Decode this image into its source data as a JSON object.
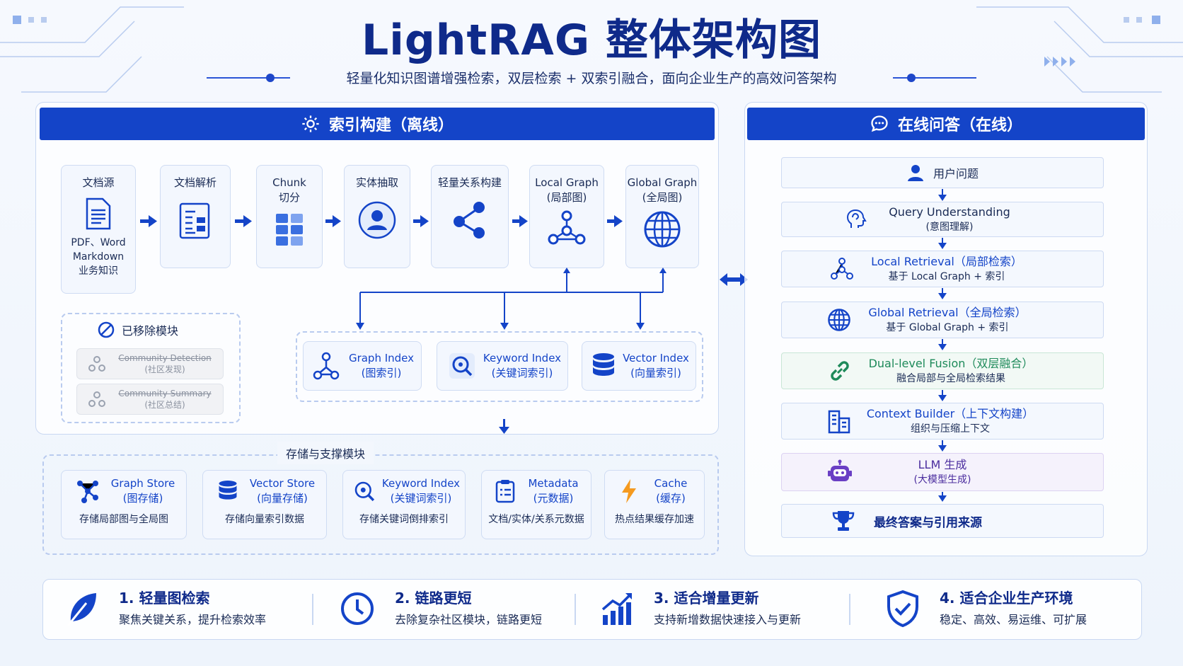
{
  "header": {
    "title": "LightRAG 整体架构图",
    "subtitle": "轻量化知识图谱增强检索，双层检索 + 双索引融合，面向企业生产的高效问答架构"
  },
  "offline": {
    "title": "索引构建（离线）",
    "steps": [
      {
        "title": "文档源",
        "sub": "PDF、Word\nMarkdown\n业务知识"
      },
      {
        "title": "文档解析",
        "sub": ""
      },
      {
        "title": "Chunk\n切分",
        "sub": ""
      },
      {
        "title": "实体抽取",
        "sub": ""
      },
      {
        "title": "轻量关系构建",
        "sub": ""
      },
      {
        "title": "Local Graph\n(局部图)",
        "sub": ""
      },
      {
        "title": "Global Graph\n(全局图)",
        "sub": ""
      }
    ],
    "removed": {
      "title": "已移除模块",
      "items": [
        {
          "title": "Community Detection",
          "sub": "(社区发现)"
        },
        {
          "title": "Community Summary",
          "sub": "(社区总结)"
        }
      ]
    },
    "indexes": [
      {
        "title": "Graph Index",
        "sub": "(图索引)"
      },
      {
        "title": "Keyword Index",
        "sub": "(关键词索引)"
      },
      {
        "title": "Vector Index",
        "sub": "(向量索引)"
      }
    ]
  },
  "storage": {
    "title": "存储与支撑模块",
    "items": [
      {
        "title": "Graph Store",
        "sub": "(图存储)",
        "desc": "存储局部图与全局图"
      },
      {
        "title": "Vector Store",
        "sub": "(向量存储)",
        "desc": "存储向量索引数据"
      },
      {
        "title": "Keyword Index",
        "sub": "(关键词索引)",
        "desc": "存储关键词倒排索引"
      },
      {
        "title": "Metadata",
        "sub": "(元数据)",
        "desc": "文档/实体/关系元数据"
      },
      {
        "title": "Cache",
        "sub": "(缓存)",
        "desc": "热点结果缓存加速"
      }
    ]
  },
  "online": {
    "title": "在线问答（在线）",
    "steps": [
      {
        "title": "用户问题",
        "sub": ""
      },
      {
        "title": "Query Understanding",
        "sub": "(意图理解)"
      },
      {
        "title": "Local Retrieval（局部检索）",
        "sub": "基于 Local Graph + 索引"
      },
      {
        "title": "Global Retrieval（全局检索）",
        "sub": "基于 Global Graph + 索引"
      },
      {
        "title": "Dual-level Fusion（双层融合）",
        "sub": "融合局部与全局检索结果"
      },
      {
        "title": "Context Builder（上下文构建）",
        "sub": "组织与压缩上下文"
      },
      {
        "title": "LLM 生成",
        "sub": "(大模型生成)"
      },
      {
        "title": "最终答案与引用来源",
        "sub": ""
      }
    ]
  },
  "benefits": [
    {
      "title": "1. 轻量图检索",
      "sub": "聚焦关键关系，提升检索效率"
    },
    {
      "title": "2. 链路更短",
      "sub": "去除复杂社区模块，链路更短"
    },
    {
      "title": "3. 适合增量更新",
      "sub": "支持新增数据快速接入与更新"
    },
    {
      "title": "4. 适合企业生产环境",
      "sub": "稳定、高效、易运维、可扩展"
    }
  ],
  "colors": {
    "primary": "#1444c8",
    "title": "#0f2a8a",
    "fusion": "#1e8a5a",
    "llm": "#6a3fc4"
  }
}
